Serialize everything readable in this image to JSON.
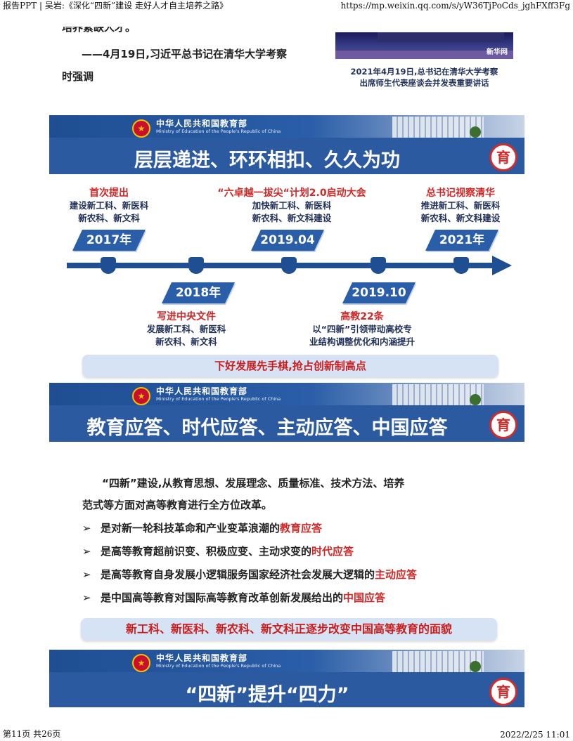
{
  "header": {
    "left": "报告PPT | 吴岩:《深化“四新”建设 走好人才自主培养之路》",
    "right": "https://mp.weixin.qq.com/s/yW36TjPoCds_jghFXff3Fg"
  },
  "footer": {
    "page": "第11页 共26页",
    "datetime": "2022/2/25 11:01"
  },
  "quote": {
    "partial": "培养紧缺人才。",
    "line1": "——4月19日,习近平总书记在清华大学考察",
    "line2": "时强调"
  },
  "photo": {
    "watermark": "新华网",
    "caption1": "2021年4月19日,总书记在清华大学考察",
    "caption2": "出席师生代表座谈会并发表重要讲话"
  },
  "ministry": {
    "cn": "中华人民共和国教育部",
    "en": "Ministry of Education of the People's Republic of China"
  },
  "banner1": {
    "title": "层层递进、环环相扣、久久为功"
  },
  "timeline": {
    "items": [
      {
        "year": "2017年",
        "head": "首次提出",
        "sub1": "建设新工科、新医科",
        "sub2": "新农科、新文科"
      },
      {
        "year": "2018年",
        "head": "写进中央文件",
        "sub1": "发展新工科、新医科",
        "sub2": "新农科、新文科"
      },
      {
        "year": "2019.04",
        "head": "“六卓越一拔尖“计划2.0启动大会",
        "sub1": "加快新工科、新医科",
        "sub2": "新农科、新文科建设"
      },
      {
        "year": "2019.10",
        "head": "高教22条",
        "sub1": "以“四新”引领带动高校专",
        "sub2": "业结构调整优化和内涵提升"
      },
      {
        "year": "2021年",
        "head": "总书记视察清华",
        "sub1": "推进新工科、新医科",
        "sub2": "新农科、新文科建设"
      }
    ],
    "pill": "下好发展先手棋,抢占创新制高点"
  },
  "banner2": {
    "title": "教育应答、时代应答、主动应答、中国应答"
  },
  "body": {
    "para1": "“四新”建设,从教育思想、发展理念、质量标准、技术方法、培养",
    "para2": "范式等方面对高等教育进行全方位改革。",
    "bullets": [
      {
        "text": "是对新一轮科技革命和产业变革浪潮的",
        "hl": "教育应答"
      },
      {
        "text": "是高等教育超前识变、积极应变、主动求变的",
        "hl": "时代应答"
      },
      {
        "text": "是高等教育自身发展小逻辑服务国家经济社会发展大逻辑的",
        "hl": "主动应答"
      },
      {
        "text": "是中国高等教育对国际高等教育改革创新发展给出的",
        "hl": "中国应答"
      }
    ],
    "marker": "➢",
    "pill": "新工科、新医科、新农科、新文科正逐步改变中国高等教育的面貌"
  },
  "banner3": {
    "title": "“四新”提升“四力”"
  }
}
